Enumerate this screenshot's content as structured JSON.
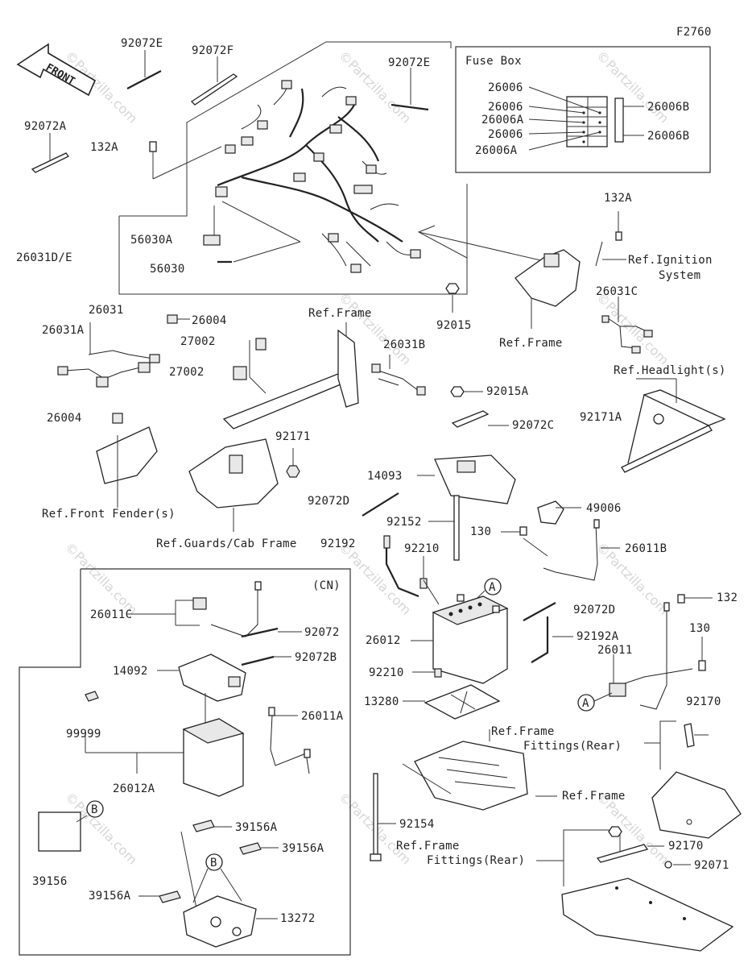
{
  "figure_code": "F2760",
  "front_arrow": "FRONT",
  "watermark": "©Partzilla.com",
  "fuse_box": {
    "title": "Fuse Box",
    "labels": [
      "26006",
      "26006",
      "26006A",
      "26006",
      "26006A",
      "26006B",
      "26006B"
    ]
  },
  "cn_box": {
    "title": "(CN)"
  },
  "labels": {
    "p92072E_a": "92072E",
    "p92072F": "92072F",
    "p92072E_b": "92072E",
    "p92072A": "92072A",
    "p132A_a": "132A",
    "p26031DE": "26031D/E",
    "p56030A": "56030A",
    "p56030": "56030",
    "p92015": "92015",
    "ref_frame_1": "Ref.Frame",
    "p132A_b": "132A",
    "ref_ignition": "Ref.Ignition",
    "ref_ignition_2": "System",
    "p26031C": "26031C",
    "ref_headlights": "Ref.Headlight(s)",
    "p92171A": "92171A",
    "p26031": "26031",
    "p26031A": "26031A",
    "p26004_a": "26004",
    "ref_frame_2": "Ref.Frame",
    "p27002_a": "27002",
    "p27002_b": "27002",
    "p26031B": "26031B",
    "p92015A": "92015A",
    "p92072C": "92072C",
    "p26004_b": "26004",
    "p92171": "92171",
    "p14093": "14093",
    "ref_front_fender": "Ref.Front Fender(s)",
    "p92072D_a": "92072D",
    "p92152": "92152",
    "p49006": "49006",
    "ref_guards": "Ref.Guards/Cab Frame",
    "p92192": "92192",
    "p130_a": "130",
    "p26011B": "26011B",
    "p92210_a": "92210",
    "callout_a1": "A",
    "p92072D_b": "92072D",
    "p132": "132",
    "p26011C": "26011C",
    "p92072": "92072",
    "p26012": "26012",
    "p92192A": "92192A",
    "p92072B": "92072B",
    "p130_b": "130",
    "p14092": "14092",
    "p26011": "26011",
    "p92210_b": "92210",
    "callout_a2": "A",
    "p13280": "13280",
    "p26011A": "26011A",
    "p99999": "99999",
    "ref_frame_fit1": "Ref.Frame",
    "ref_frame_fit1b": "Fittings(Rear)",
    "p92170_a": "92170",
    "p26012A": "26012A",
    "ref_frame_3": "Ref.Frame",
    "callout_b1": "B",
    "p92154": "92154",
    "p39156A_a": "39156A",
    "ref_frame_fit2": "Ref.Frame",
    "ref_frame_fit2b": "Fittings(Rear)",
    "p92170_b": "92170",
    "callout_b2": "B",
    "p39156A_b": "39156A",
    "p92071": "92071",
    "p39156": "39156",
    "p39156A_c": "39156A",
    "p13272": "13272"
  }
}
